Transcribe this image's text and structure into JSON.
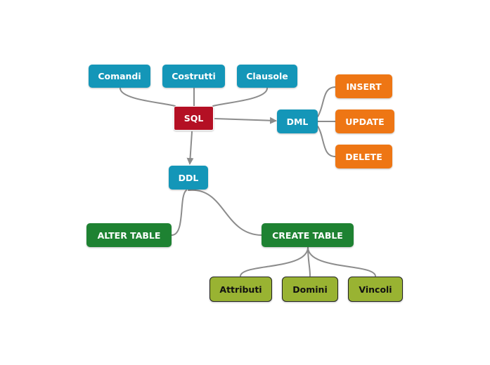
{
  "diagram": {
    "colors": {
      "connector": "#8c8c8c",
      "blue_node": "#1496b8",
      "red_node": "#b41024",
      "orange_node": "#ee7614",
      "green_node": "#1e8232",
      "olive_node": "#99b332"
    },
    "nodes": {
      "comandi": "Comandi",
      "costrutti": "Costrutti",
      "clausole": "Clausole",
      "sql": "SQL",
      "dml": "DML",
      "insert": "INSERT",
      "update": "UPDATE",
      "delete": "DELETE",
      "ddl": "DDL",
      "alter_table": "ALTER TABLE",
      "create_table": "CREATE TABLE",
      "attributi": "Attributi",
      "domini": "Domini",
      "vincoli": "Vincoli"
    },
    "edges": [
      {
        "from": "Comandi",
        "to": "SQL",
        "arrow": false
      },
      {
        "from": "Costrutti",
        "to": "SQL",
        "arrow": false
      },
      {
        "from": "Clausole",
        "to": "SQL",
        "arrow": false
      },
      {
        "from": "SQL",
        "to": "DML",
        "arrow": true
      },
      {
        "from": "SQL",
        "to": "DDL",
        "arrow": true
      },
      {
        "from": "DML",
        "to": "INSERT",
        "arrow": false
      },
      {
        "from": "DML",
        "to": "UPDATE",
        "arrow": false
      },
      {
        "from": "DML",
        "to": "DELETE",
        "arrow": false
      },
      {
        "from": "DDL",
        "to": "ALTER TABLE",
        "arrow": false
      },
      {
        "from": "DDL",
        "to": "CREATE TABLE",
        "arrow": false
      },
      {
        "from": "CREATE TABLE",
        "to": "Attributi",
        "arrow": false
      },
      {
        "from": "CREATE TABLE",
        "to": "Domini",
        "arrow": false
      },
      {
        "from": "CREATE TABLE",
        "to": "Vincoli",
        "arrow": false
      }
    ]
  }
}
